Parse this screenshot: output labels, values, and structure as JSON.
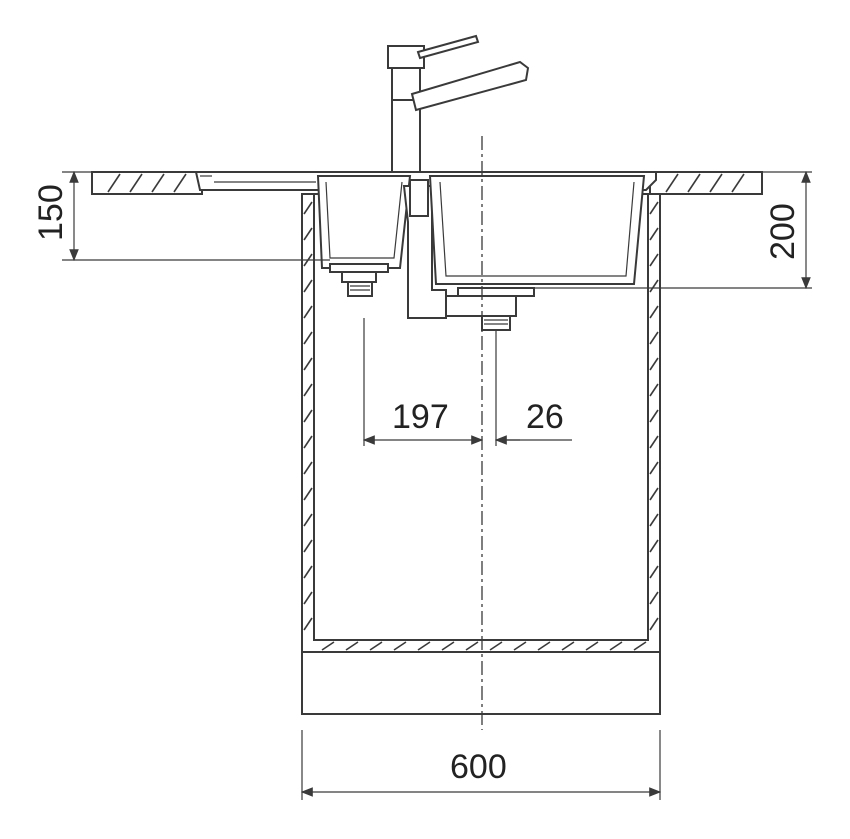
{
  "dimensions": {
    "bowl_small_depth": "150",
    "bowl_large_depth": "200",
    "drain_small_offset": "197",
    "drain_large_offset": "26",
    "cabinet_width": "600"
  },
  "colors": {
    "line": "#3a3a3a",
    "background": "#ffffff"
  }
}
